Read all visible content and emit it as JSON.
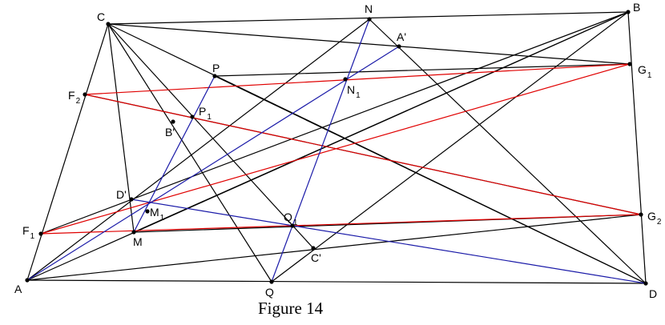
{
  "caption": "Figure 14",
  "colors": {
    "black": "#000000",
    "red": "#e00000",
    "blue": "#1a1aa8"
  },
  "points": {
    "A": {
      "label": "A"
    },
    "B": {
      "label": "B"
    },
    "C": {
      "label": "C"
    },
    "D": {
      "label": "D"
    },
    "N": {
      "label": "N"
    },
    "Q": {
      "label": "Q"
    },
    "P": {
      "label": "P"
    },
    "M": {
      "label": "M"
    },
    "A'": {
      "label": "A'"
    },
    "B'": {
      "label": "B'"
    },
    "C'": {
      "label": "C'"
    },
    "D'": {
      "label": "D'"
    },
    "F1": {
      "label": "F",
      "sub": "1"
    },
    "F2": {
      "label": "F",
      "sub": "2"
    },
    "G1": {
      "label": "G",
      "sub": "1"
    },
    "G2": {
      "label": "G",
      "sub": "2"
    },
    "N1": {
      "label": "N",
      "sub": "1"
    },
    "P1": {
      "label": "P",
      "sub": "1"
    },
    "M1": {
      "label": "M",
      "sub": "1"
    },
    "Q1": {
      "label": "Q",
      "sub": "1"
    }
  },
  "segments": {
    "black": [
      [
        "A",
        "C"
      ],
      [
        "C",
        "B"
      ],
      [
        "B",
        "D"
      ],
      [
        "D",
        "A"
      ],
      [
        "C",
        "D"
      ],
      [
        "A",
        "B"
      ],
      [
        "C",
        "Q"
      ],
      [
        "A",
        "N"
      ],
      [
        "N",
        "D"
      ],
      [
        "Q",
        "B"
      ],
      [
        "C",
        "G1"
      ],
      [
        "C",
        "C'"
      ],
      [
        "P",
        "G1"
      ],
      [
        "P",
        "D"
      ],
      [
        "M",
        "G2"
      ],
      [
        "M",
        "B"
      ],
      [
        "F2",
        "G2"
      ],
      [
        "F1",
        "B"
      ],
      [
        "A",
        "G2"
      ],
      [
        "C",
        "M"
      ]
    ],
    "red": [
      [
        "F2",
        "G1"
      ],
      [
        "F2",
        "G2"
      ],
      [
        "F1",
        "G1"
      ],
      [
        "F1",
        "G2"
      ]
    ],
    "blue": [
      [
        "N",
        "Q"
      ],
      [
        "P",
        "M"
      ],
      [
        "A",
        "A'"
      ],
      [
        "D'",
        "D"
      ]
    ]
  }
}
